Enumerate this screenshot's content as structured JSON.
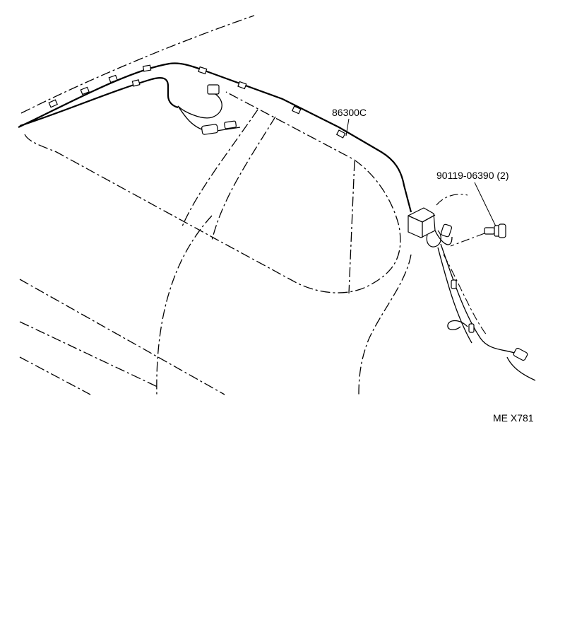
{
  "labels": {
    "antenna_part": "86300C",
    "screw_part": "90119-06390 (2)",
    "illustration_code": "ME X781"
  },
  "colors": {
    "ink": "#000000",
    "background": "#ffffff"
  }
}
